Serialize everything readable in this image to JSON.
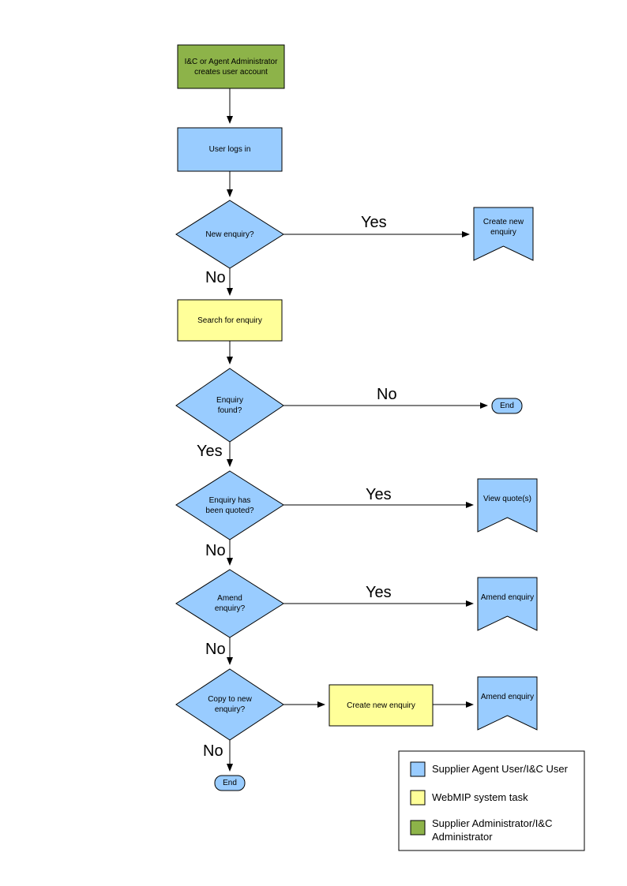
{
  "colors": {
    "user_task_fill": "#99CCFF",
    "system_task_fill": "#FFFF99",
    "admin_task_fill": "#8DB349",
    "line_color": "#000000",
    "background": "#FFFFFF"
  },
  "nodes": {
    "admin_creates_account": "I&C or Agent Administrator creates user account",
    "user_logs_in": "User logs in",
    "new_enquiry_q": "New enquiry?",
    "create_new_enquiry_offpage": "Create new enquiry",
    "search_for_enquiry": "Search for enquiry",
    "enquiry_found_q": "Enquiry found?",
    "end_top": "End",
    "enquiry_quoted_q": "Enquiry has been quoted?",
    "view_quotes_offpage": "View quote(s)",
    "amend_enquiry_q": "Amend enquiry?",
    "amend_enquiry_offpage_1": "Amend enquiry",
    "copy_to_new_enquiry_q": "Copy to new enquiry?",
    "create_new_enquiry_task": "Create new enquiry",
    "amend_enquiry_offpage_2": "Amend enquiry",
    "end_bottom": "End"
  },
  "edge_labels": {
    "new_enquiry_yes": "Yes",
    "new_enquiry_no": "No",
    "enquiry_found_no": "No",
    "enquiry_found_yes": "Yes",
    "enquiry_quoted_yes": "Yes",
    "enquiry_quoted_no": "No",
    "amend_enquiry_yes": "Yes",
    "amend_enquiry_no": "No",
    "copy_to_new_no": "No"
  },
  "legend": {
    "items": [
      {
        "swatch": "#99CCFF",
        "label": "Supplier Agent User/I&C User"
      },
      {
        "swatch": "#FFFF99",
        "label": "WebMIP system task"
      },
      {
        "swatch": "#8DB349",
        "label": "Supplier Administrator/I&C Administrator"
      }
    ]
  }
}
